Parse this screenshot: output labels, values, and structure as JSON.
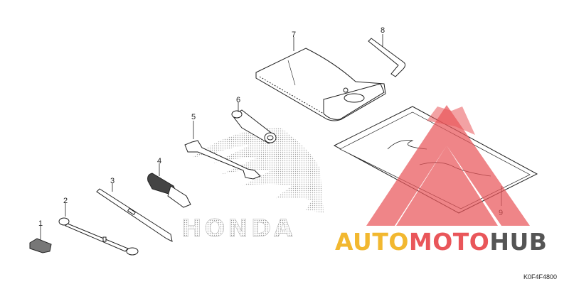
{
  "diagram": {
    "brand_mark": "HONDA",
    "part_code": "K0F4F4800",
    "callouts": [
      "1",
      "2",
      "3",
      "4",
      "5",
      "6",
      "7",
      "8",
      "9"
    ]
  },
  "watermark": {
    "word_part1": "AUTO",
    "word_part2": "MOTO",
    "word_part3": "HUB",
    "colors": {
      "auto": "#f2b830",
      "moto": "#e9565a",
      "hub": "#555555",
      "triangle": "#e9565a"
    }
  }
}
